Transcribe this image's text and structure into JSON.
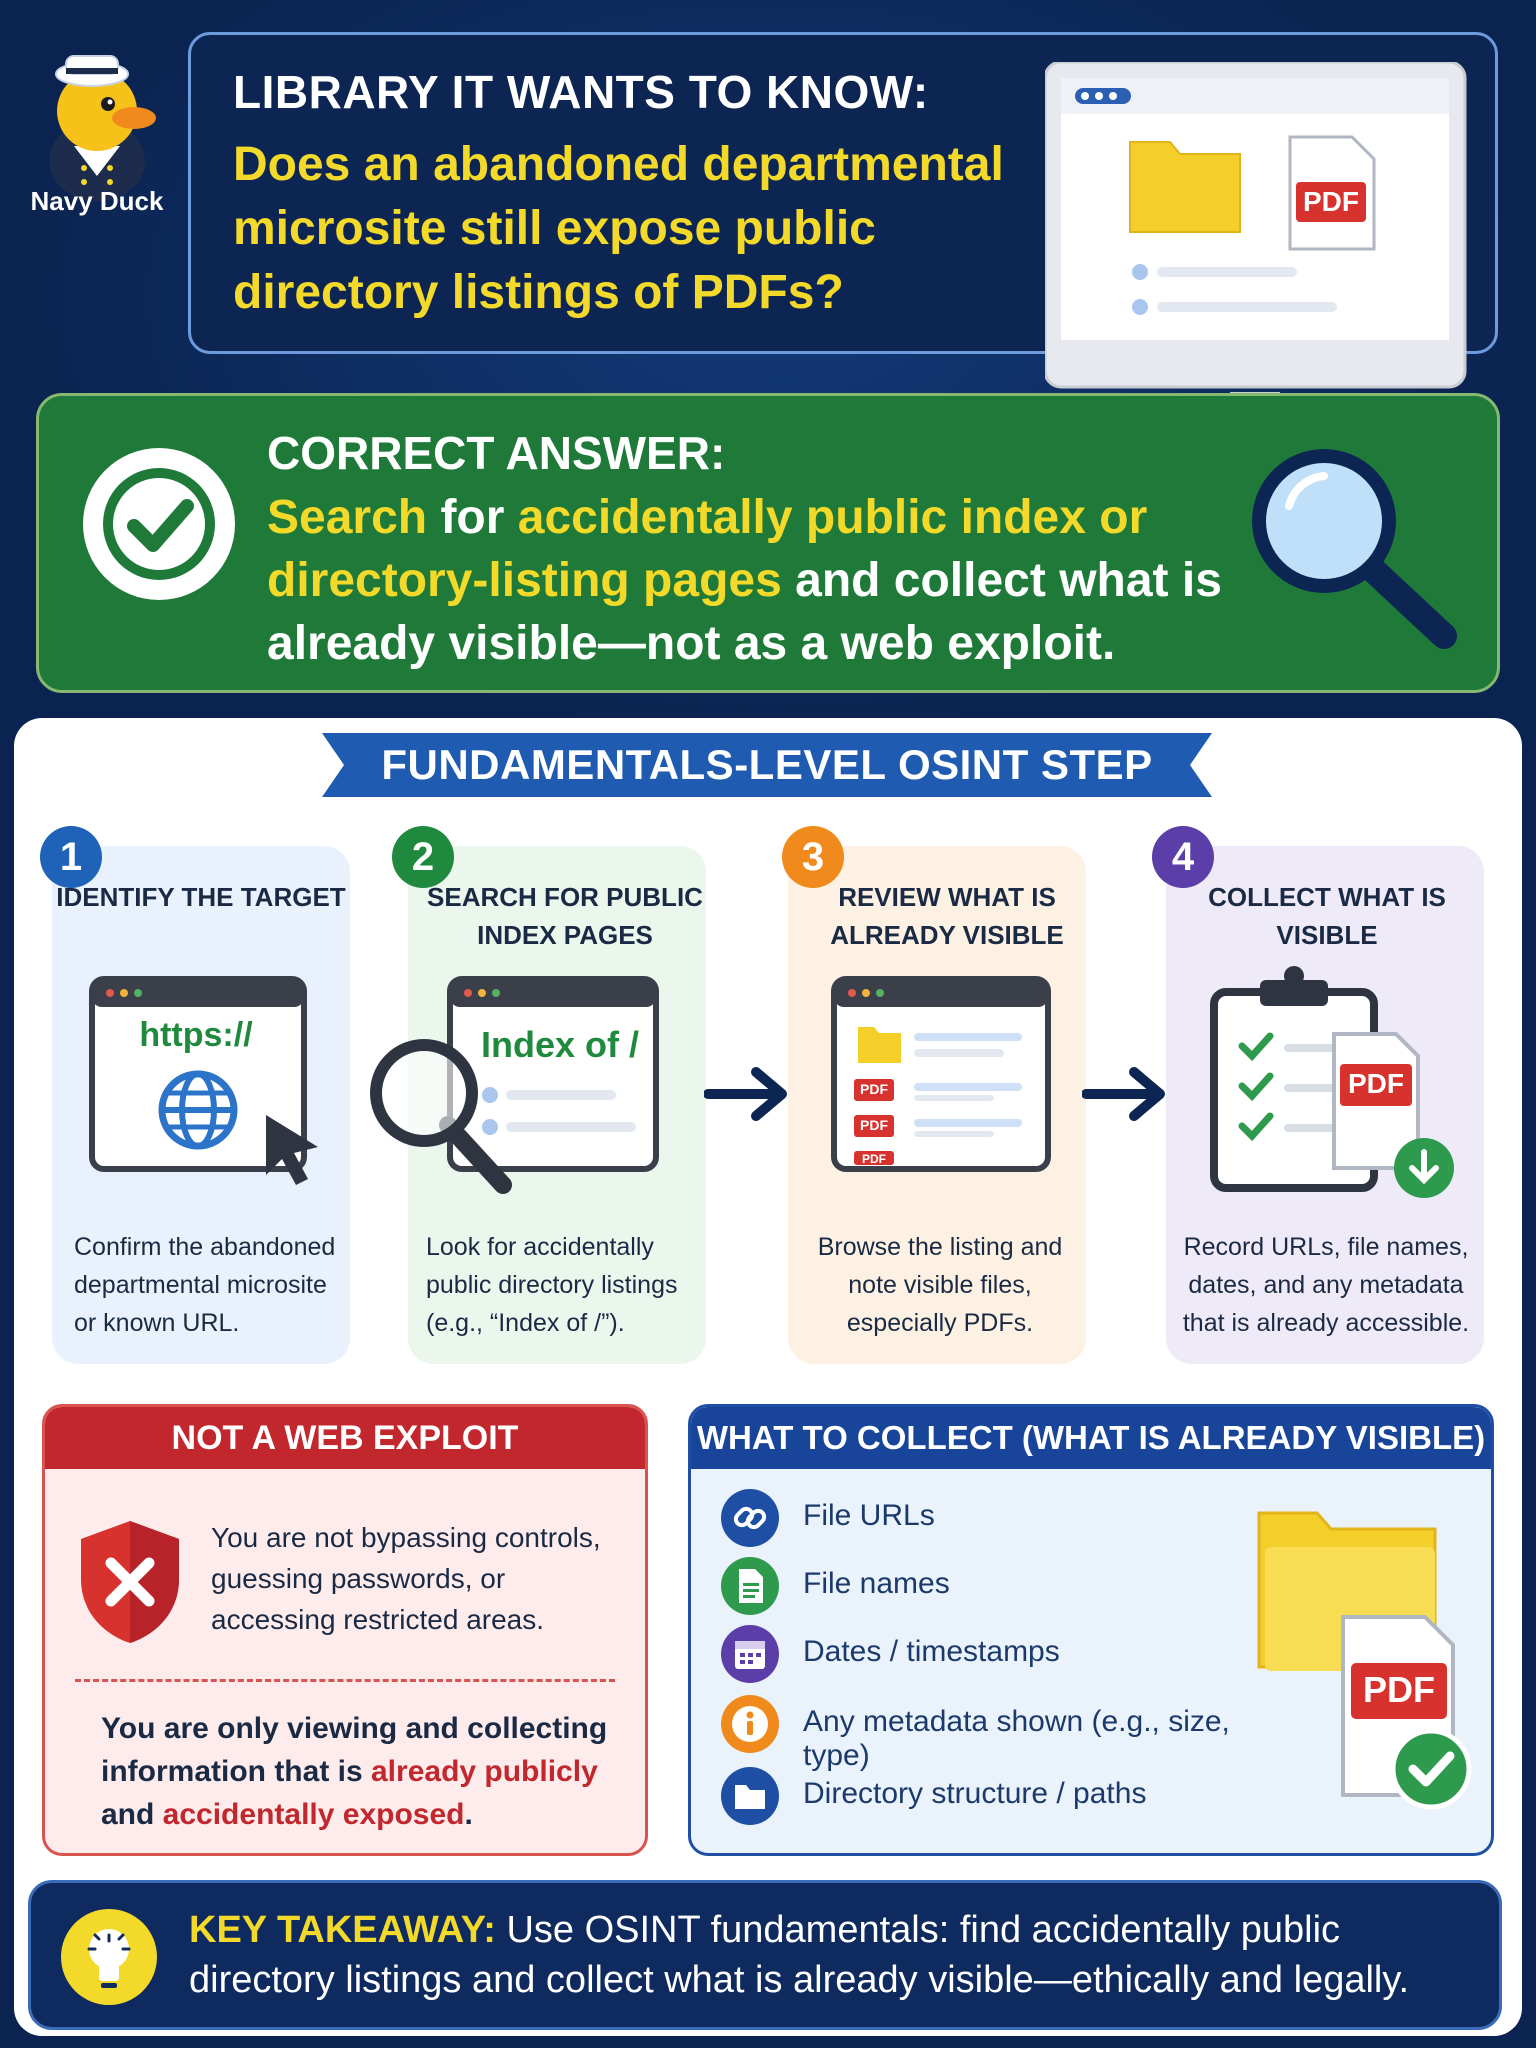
{
  "header": {
    "mascot_name": "Navy Duck",
    "kicker": "LIBRARY IT WANTS TO KNOW:",
    "question": "Does an abandoned departmental microsite still expose public directory listings of PDFs?",
    "monitor_pdf_label": "PDF"
  },
  "answer": {
    "kicker": "CORRECT ANSWER:",
    "parts": [
      {
        "text": "Search",
        "highlight": true
      },
      {
        "text": " for ",
        "highlight": false
      },
      {
        "text": "accidentally public index or directory-listing pages",
        "highlight": true
      },
      {
        "text": " and collect what is already visible—not as a web exploit.",
        "highlight": false
      }
    ]
  },
  "steps_title": "FUNDAMENTALS-LEVEL OSINT STEP",
  "steps": [
    {
      "num": "1",
      "title": "IDENTIFY THE TARGET",
      "screen_text": "https://",
      "desc": "Confirm the abandoned departmental microsite or  known URL.",
      "color": "#1f63b8",
      "bg": "#e9f2fc"
    },
    {
      "num": "2",
      "title": "SEARCH FOR PUBLIC INDEX PAGES",
      "screen_text": "Index of /",
      "desc": "Look for accidentally public directory listings (e.g., “Index of /”).",
      "color": "#1f8a3e",
      "bg": "#ebf6ec"
    },
    {
      "num": "3",
      "title": "REVIEW WHAT IS ALREADY VISIBLE",
      "screen_text": "PDF",
      "desc": "Browse the listing and note visible files, especially PDFs.",
      "color": "#f08a1c",
      "bg": "#fdf1e4"
    },
    {
      "num": "4",
      "title": "COLLECT WHAT IS VISIBLE",
      "screen_text": "PDF",
      "desc": "Record URLs, file names, dates, and any metadata that is already accessible.",
      "color": "#5b3ea8",
      "bg": "#efeaf7"
    }
  ],
  "not_exploit": {
    "title": "NOT A WEB EXPLOIT",
    "text1": "You are not bypassing controls, guessing passwords, or accessing restricted areas.",
    "text2_parts": [
      {
        "text": "You are only viewing and collecting information that is ",
        "red": false
      },
      {
        "text": "already publicly",
        "red": true
      },
      {
        "text": " and ",
        "red": false
      },
      {
        "text": "accidentally exposed",
        "red": true
      },
      {
        "text": ".",
        "red": false
      }
    ]
  },
  "collect": {
    "title": "WHAT TO COLLECT (WHAT IS ALREADY VISIBLE)",
    "items": [
      {
        "label": "File URLs",
        "icon": "link-icon",
        "color": "#1f4fa4"
      },
      {
        "label": "File names",
        "icon": "document-icon",
        "color": "#2e9a4d"
      },
      {
        "label": "Dates / timestamps",
        "icon": "calendar-icon",
        "color": "#5b3ea8"
      },
      {
        "label": "Any metadata shown (e.g., size, type)",
        "icon": "info-icon",
        "color": "#f08a1c"
      },
      {
        "label": "Directory structure / paths",
        "icon": "folder-icon",
        "color": "#1f4fa4"
      }
    ],
    "pdf_label": "PDF"
  },
  "takeaway": {
    "kicker": "KEY TAKEAWAY:",
    "text": " Use OSINT fundamentals: find accidentally public directory listings and collect what is already visible—ethically and legally."
  }
}
